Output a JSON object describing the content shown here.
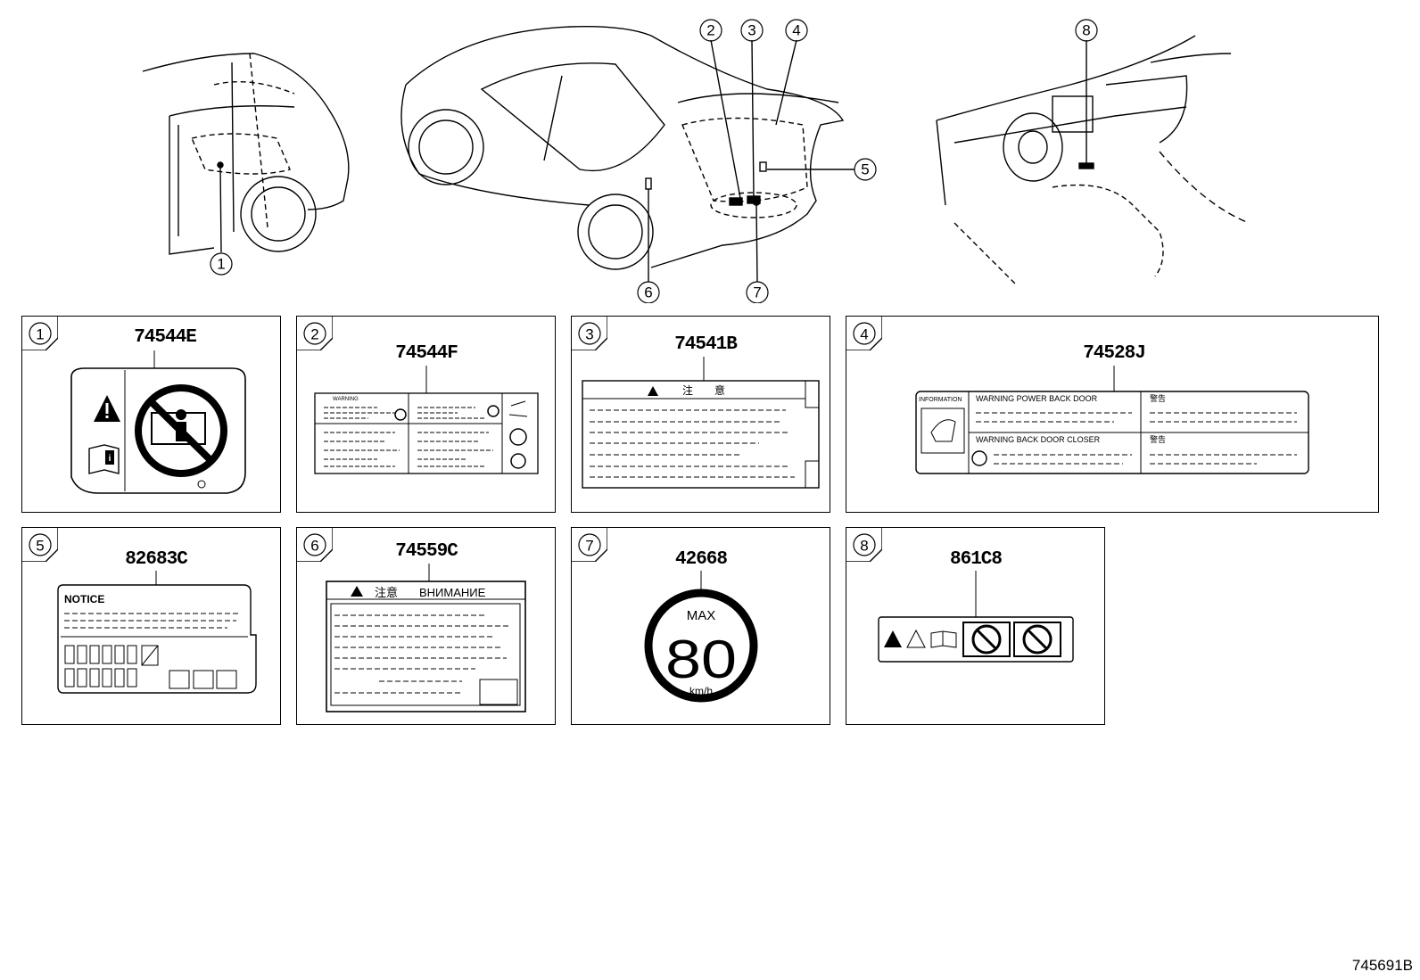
{
  "overview": {
    "callouts": [
      "1",
      "2",
      "3",
      "4",
      "5",
      "6",
      "7",
      "8"
    ]
  },
  "panels": [
    {
      "num": "1",
      "part": "74544E"
    },
    {
      "num": "2",
      "part": "74544F",
      "label_text": "WARNING"
    },
    {
      "num": "3",
      "part": "74541B",
      "label_text": "注　　意"
    },
    {
      "num": "4",
      "part": "74528J",
      "label_texts": [
        "INFORMATION",
        "WARNING POWER BACK DOOR",
        "警告",
        "WARNING BACK DOOR CLOSER",
        "警告"
      ]
    },
    {
      "num": "5",
      "part": "82683C",
      "label_text": "NOTICE"
    },
    {
      "num": "6",
      "part": "74559C",
      "label_texts": [
        "注意",
        "ВНИМАНИЕ"
      ]
    },
    {
      "num": "7",
      "part": "42668",
      "label_texts": [
        "MAX",
        "80",
        "km/h"
      ]
    },
    {
      "num": "8",
      "part": "861C8"
    }
  ],
  "footer": {
    "diagram_code": "745691B"
  },
  "icons": [
    "warning-triangle-icon",
    "manual-book-icon",
    "no-child-seat-icon",
    "hot-surface-icon",
    "no-use-icon"
  ]
}
